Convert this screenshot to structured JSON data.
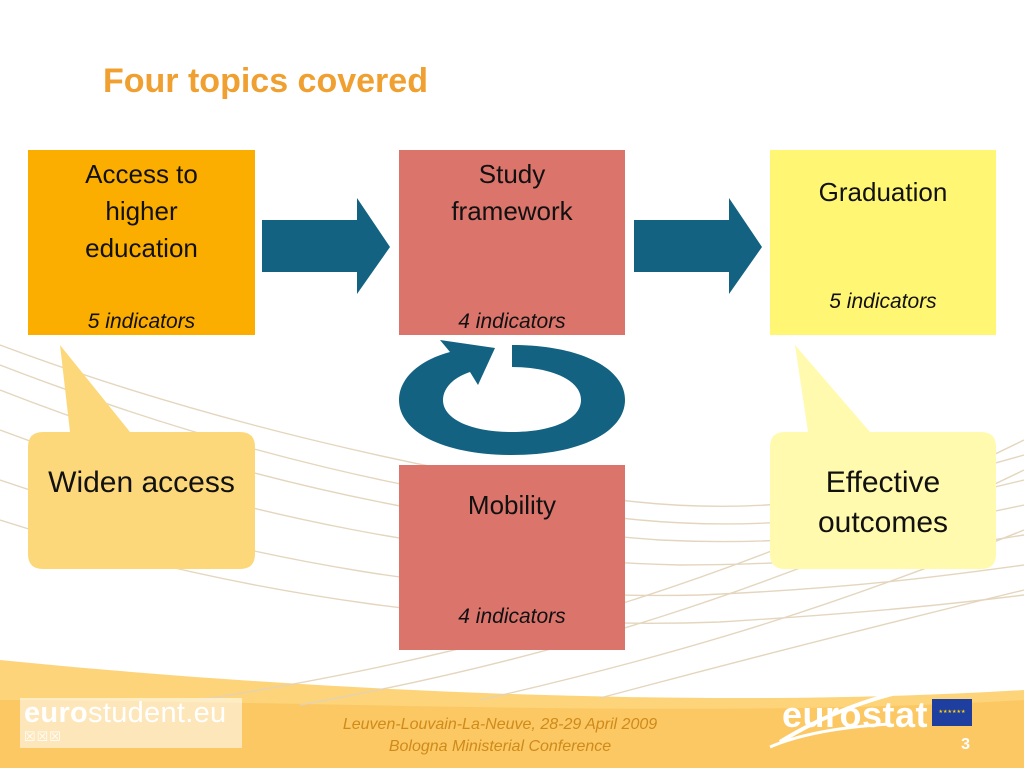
{
  "title": "Four topics covered",
  "boxes": [
    {
      "label": "Access to higher education",
      "indicators": "5 indicators",
      "color": "#FBAE00"
    },
    {
      "label": "Study framework",
      "indicators": "4 indicators",
      "color": "#DB746B"
    },
    {
      "label": "Graduation",
      "indicators": "5 indicators",
      "color": "#FFF774"
    },
    {
      "label": "Mobility",
      "indicators": "4 indicators",
      "color": "#DB746B"
    }
  ],
  "callouts": [
    {
      "text": "Widen access",
      "color": "#FDD87A"
    },
    {
      "text": "Effective outcomes",
      "color": "#FFFAAE"
    }
  ],
  "footer": {
    "line1": "Leuven-Louvain-La-Neuve, 28-29 April 2009",
    "line2": "Bologna Ministerial Conference",
    "page_number": "3"
  },
  "logos": {
    "eurostudent_bold": "euro",
    "eurostudent_rest": "student.eu",
    "eurostat": "eurostat"
  },
  "colors": {
    "title": "#F0A030",
    "arrow": "#136282",
    "footer_band": "#FDD47A"
  }
}
